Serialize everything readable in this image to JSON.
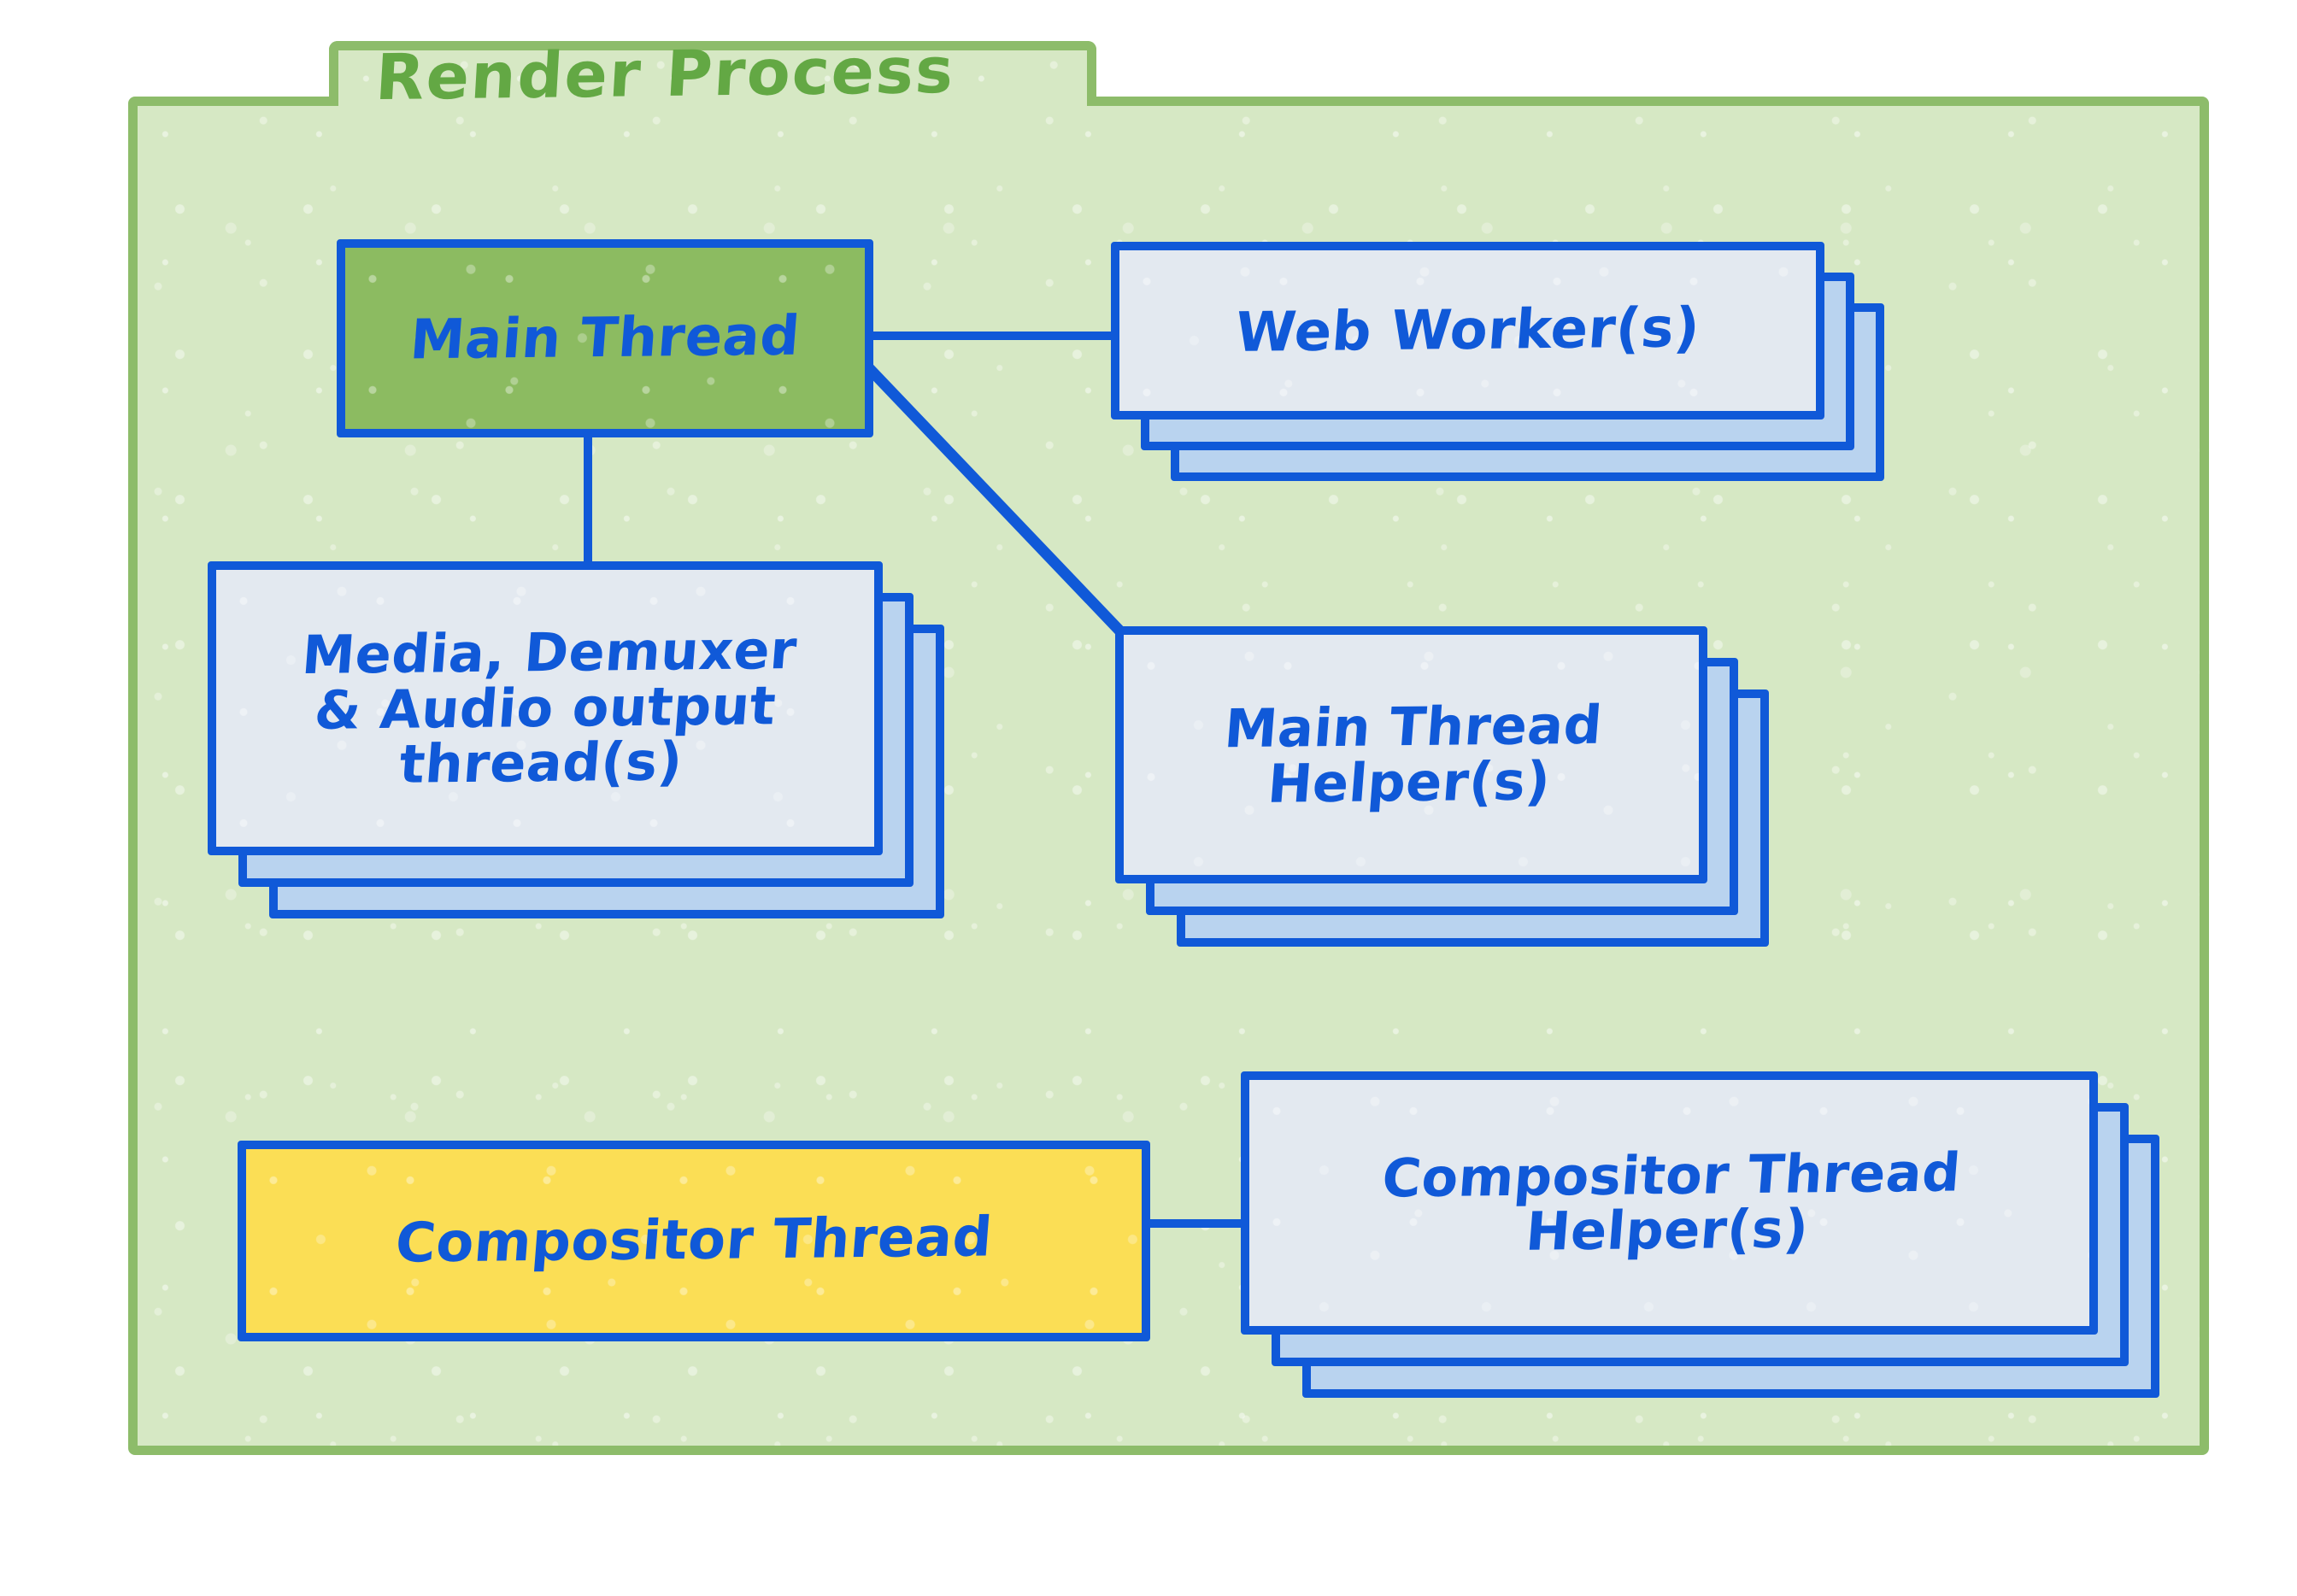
{
  "diagram": {
    "title": "Render Process",
    "frame_color": "#8dbc6a",
    "frame_fill": "#d6e8c4",
    "ink_color": "#1059d8"
  },
  "nodes": {
    "main_thread": {
      "label": "Main Thread",
      "fill": "#8cbb61",
      "stack_count": 1
    },
    "web_worker": {
      "label": "Web Worker(s)",
      "fill": "#e3e9f0",
      "stack_count": 3
    },
    "media_demuxer": {
      "label": "Media, Demuxer\n& Audio output\nthread(s)",
      "fill": "#e3e9f0",
      "stack_count": 3
    },
    "main_thread_helper": {
      "label": "Main Thread\nHelper(s)",
      "fill": "#e3e9f0",
      "stack_count": 3
    },
    "compositor_thread": {
      "label": "Compositor Thread",
      "fill": "#fbde55",
      "stack_count": 1
    },
    "compositor_thread_helper": {
      "label": "Compositor Thread\nHelper(s)",
      "fill": "#e3e9f0",
      "stack_count": 3
    }
  },
  "connections": [
    {
      "from": "main_thread",
      "to": "web_worker",
      "style": "horizontal"
    },
    {
      "from": "main_thread",
      "to": "main_thread_helper",
      "style": "diagonal"
    },
    {
      "from": "main_thread",
      "to": "media_demuxer",
      "style": "vertical"
    },
    {
      "from": "compositor_thread",
      "to": "compositor_thread_helper",
      "style": "horizontal"
    }
  ]
}
